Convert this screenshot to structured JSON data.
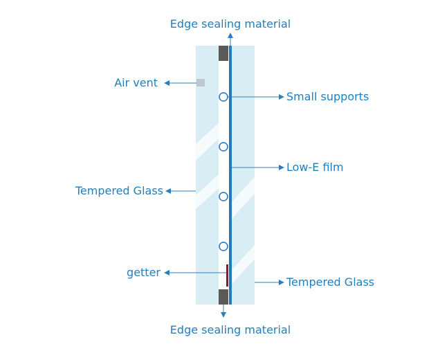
{
  "labels": {
    "edge_top": "Edge sealing material",
    "edge_bottom": "Edge sealing material",
    "air_vent": "Air vent",
    "small_supports": "Small supports",
    "lowe_film": "Low-E film",
    "tempered_left": "Tempered Glass",
    "tempered_right": "Tempered Glass",
    "getter": "getter"
  },
  "colors": {
    "label_text": "#1f7fbf",
    "arrow": "#2a7fc0",
    "glass": "#d9edf4",
    "lowe_film": "#1e7ac4",
    "edge_seal": "#5a5a5a",
    "air_vent": "#bfc7cc",
    "getter": "#8a1a3a"
  },
  "support_count": 4
}
